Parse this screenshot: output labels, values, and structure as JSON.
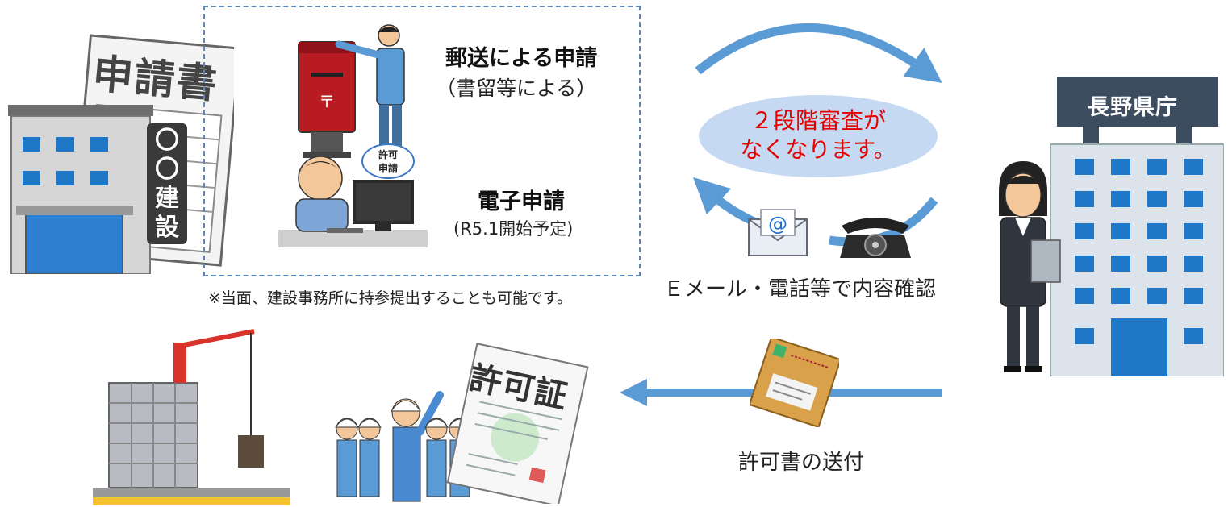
{
  "left": {
    "form_title": "申請書",
    "company_sign": [
      "〇",
      "〇",
      "建",
      "設"
    ]
  },
  "submission_box": {
    "postal_title": "郵送による申請",
    "postal_sub": "（書留等による）",
    "bubble_text": [
      "許可",
      "申請"
    ],
    "electronic_title": "電子申請",
    "electronic_sub": "(R5.1開始予定)",
    "note": "※当面、建設事務所に持参提出することも可能です。"
  },
  "center": {
    "ellipse_lines": [
      "２段階審査が",
      "なくなります。"
    ],
    "contact_label": "Ｅメール・電話等で内容確認",
    "email_symbol": "@"
  },
  "prefecture": {
    "building_sign": "長野県庁"
  },
  "bottom": {
    "permit_doc_title": "許可証",
    "send_label": "許可書の送付"
  },
  "colors": {
    "arrow_blue": "#5b9bd5",
    "ellipse_fill": "#c5daf2",
    "ellipse_text": "#e60000",
    "dashed_border": "#5a86b8"
  }
}
